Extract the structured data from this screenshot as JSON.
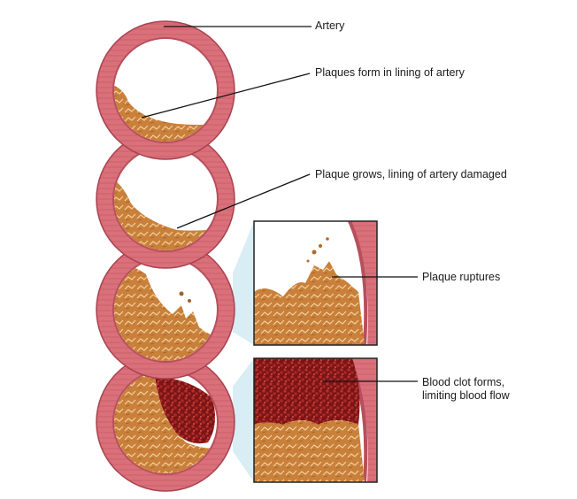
{
  "labels": {
    "artery": "Artery",
    "plaques_form": "Plaques form in lining of artery",
    "plaque_grows": "Plaque grows, lining of artery damaged",
    "plaque_ruptures": "Plaque ruptures",
    "clot_line1": "Blood clot forms,",
    "clot_line2": "limiting blood flow"
  },
  "colors": {
    "artery_wall": "#d9707a",
    "artery_wall_dark": "#b84f5c",
    "lumen": "#ffffff",
    "plaque": "#c9803a",
    "plaque_light": "#e7b36f",
    "clot": "#8e1d1d",
    "highlight": "#cfe8f3"
  }
}
